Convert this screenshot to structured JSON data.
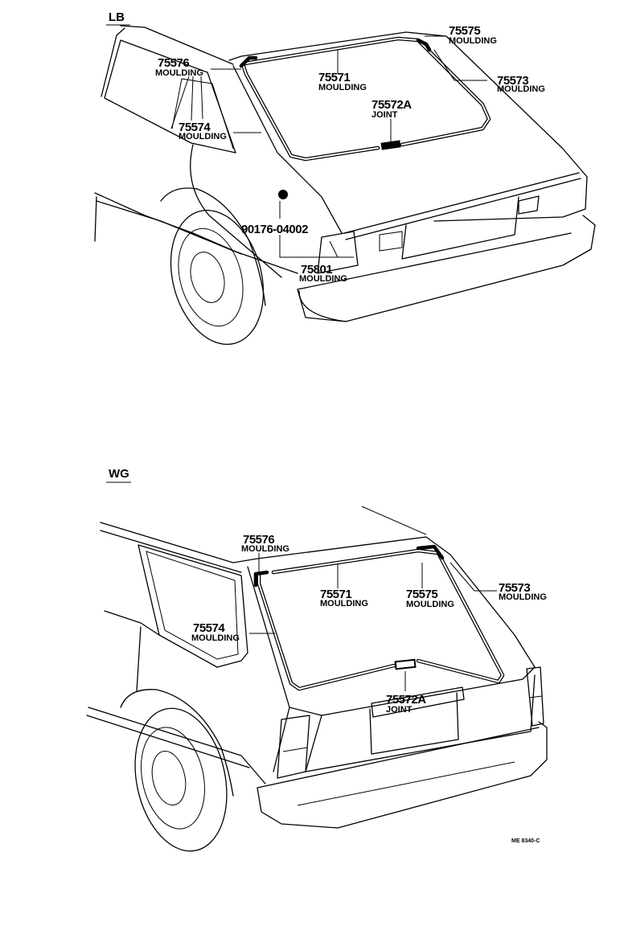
{
  "sections": {
    "lb": {
      "title": "LB",
      "callouts": [
        {
          "part": "75575",
          "name": "MOULDING"
        },
        {
          "part": "75576",
          "name": "MOULDING"
        },
        {
          "part": "75571",
          "name": "MOULDING"
        },
        {
          "part": "75573",
          "name": "MOULDING"
        },
        {
          "part": "75572A",
          "name": "JOINT"
        },
        {
          "part": "75574",
          "name": "MOULDING"
        },
        {
          "part": "90176-04002",
          "name": ""
        },
        {
          "part": "75801",
          "name": "MOULDING"
        }
      ]
    },
    "wg": {
      "title": "WG",
      "callouts": [
        {
          "part": "75576",
          "name": "MOULDING"
        },
        {
          "part": "75573",
          "name": "MOULDING"
        },
        {
          "part": "75571",
          "name": "MOULDING"
        },
        {
          "part": "75575",
          "name": "MOULDING"
        },
        {
          "part": "75574",
          "name": "MOULDING"
        },
        {
          "part": "75572A",
          "name": "JOINT"
        }
      ]
    }
  },
  "drawing_code": "ME 8340-C"
}
